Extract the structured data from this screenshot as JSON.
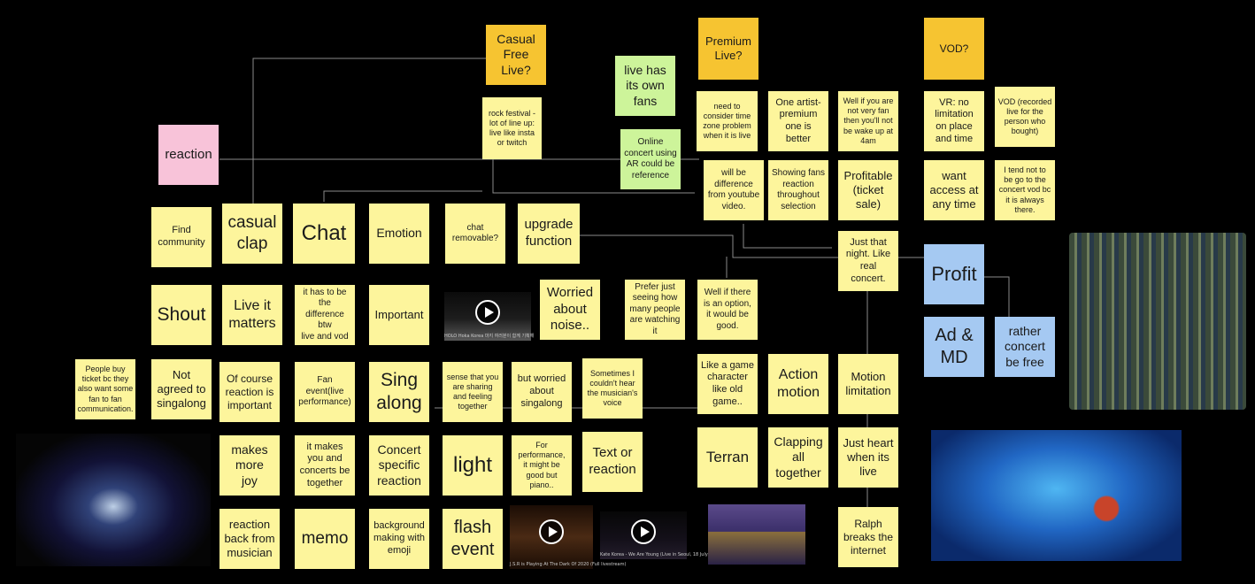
{
  "colors": {
    "background": "#000000",
    "yellow_note": "#fdf59c",
    "orange_note": "#f6c431",
    "green_note": "#cdf49a",
    "pink_note": "#f8c3d9",
    "blue_note": "#a5c9f2",
    "connector": "#8a8a8a"
  },
  "notes": [
    {
      "text": "Casual\nFree\nLive?",
      "color": "orange"
    },
    {
      "text": "Premium\nLive?",
      "color": "orange"
    },
    {
      "text": "VOD?",
      "color": "orange"
    },
    {
      "text": "live has\nits own\nfans",
      "color": "green"
    },
    {
      "text": "Online\nconcert using\nAR could be\nreference",
      "color": "green"
    },
    {
      "text": "rock festival -\nlot of line up:\nlive like insta\nor twitch",
      "color": "yellow"
    },
    {
      "text": "reaction",
      "color": "pink"
    },
    {
      "text": "need to\nconsider time\nzone problem\nwhen it is live",
      "color": "yellow"
    },
    {
      "text": "One artist-\npremium\none is\nbetter",
      "color": "yellow"
    },
    {
      "text": "Well if you are\nnot very fan\nthen you'll not\nbe wake up at\n4am",
      "color": "yellow"
    },
    {
      "text": "VR: no\nlimitation\non place\nand time",
      "color": "yellow"
    },
    {
      "text": "VOD (recorded\nlive for the\nperson who\nbought)",
      "color": "yellow"
    },
    {
      "text": "will be\ndifference\nfrom youtube\nvideo.",
      "color": "yellow"
    },
    {
      "text": "Showing fans\nreaction\nthroughout\nselection",
      "color": "yellow"
    },
    {
      "text": "Profitable\n(ticket\nsale)",
      "color": "yellow"
    },
    {
      "text": "want\naccess at\nany time",
      "color": "yellow"
    },
    {
      "text": "I tend not to\nbe go to the\nconcert vod bc\nit is always\nthere.",
      "color": "yellow"
    },
    {
      "text": "Find\ncommunity",
      "color": "yellow"
    },
    {
      "text": "casual\nclap",
      "color": "yellow"
    },
    {
      "text": "Chat",
      "color": "yellow"
    },
    {
      "text": "Emotion",
      "color": "yellow"
    },
    {
      "text": "chat\nremovable?",
      "color": "yellow"
    },
    {
      "text": "upgrade\nfunction",
      "color": "yellow"
    },
    {
      "text": "Just that\nnight. Like\nreal\nconcert.",
      "color": "yellow"
    },
    {
      "text": "Profit",
      "color": "blue"
    },
    {
      "text": "Shout",
      "color": "yellow"
    },
    {
      "text": "Live it\nmatters",
      "color": "yellow"
    },
    {
      "text": "it has to be the\ndifference btw\nlive and vod",
      "color": "yellow"
    },
    {
      "text": "Important",
      "color": "yellow"
    },
    {
      "text": "Worried\nabout\nnoise..",
      "color": "yellow"
    },
    {
      "text": "Prefer just\nseeing how\nmany people\nare watching it",
      "color": "yellow"
    },
    {
      "text": "Well if there\nis an option,\nit would be\ngood.",
      "color": "yellow"
    },
    {
      "text": "Ad &\nMD",
      "color": "blue"
    },
    {
      "text": "rather\nconcert\nbe free",
      "color": "blue"
    },
    {
      "text": "People buy\nticket bc they\nalso want some\nfan to fan\ncommunication.",
      "color": "yellow"
    },
    {
      "text": "Not\nagreed to\nsingalong",
      "color": "yellow"
    },
    {
      "text": "Of course\nreaction is\nimportant",
      "color": "yellow"
    },
    {
      "text": "Fan event(live\nperformance)",
      "color": "yellow"
    },
    {
      "text": "Sing\nalong",
      "color": "yellow"
    },
    {
      "text": "sense that you\nare sharing\nand feeling\ntogether",
      "color": "yellow"
    },
    {
      "text": "but worried\nabout\nsingalong",
      "color": "yellow"
    },
    {
      "text": "Sometimes I\ncouldn't hear\nthe musician's\nvoice",
      "color": "yellow"
    },
    {
      "text": "Like a game\ncharacter\nlike old\ngame..",
      "color": "yellow"
    },
    {
      "text": "Action\nmotion",
      "color": "yellow"
    },
    {
      "text": "Motion\nlimitation",
      "color": "yellow"
    },
    {
      "text": "makes\nmore\njoy",
      "color": "yellow"
    },
    {
      "text": "it makes\nyou and\nconcerts be\ntogether",
      "color": "yellow"
    },
    {
      "text": "Concert\nspecific\nreaction",
      "color": "yellow"
    },
    {
      "text": "light",
      "color": "yellow"
    },
    {
      "text": "For\nperformance,\nit might be\ngood but\npiano..",
      "color": "yellow"
    },
    {
      "text": "Text or\nreaction",
      "color": "yellow"
    },
    {
      "text": "Terran",
      "color": "yellow"
    },
    {
      "text": "Clapping\nall\ntogether",
      "color": "yellow"
    },
    {
      "text": "Just heart\nwhen its\nlive",
      "color": "yellow"
    },
    {
      "text": "reaction\nback from\nmusician",
      "color": "yellow"
    },
    {
      "text": "memo",
      "color": "yellow"
    },
    {
      "text": "background\nmaking with\nemoji",
      "color": "yellow"
    },
    {
      "text": "flash\nevent",
      "color": "yellow"
    },
    {
      "text": "Ralph\nbreaks the\ninternet",
      "color": "yellow"
    }
  ],
  "videos": [
    {
      "caption": "HOLO Hoka Korea 마지 여러분이 함께 기획해"
    },
    {
      "caption": "J.S.R is Playing At The Dark Of 2020 (Full livestream)"
    },
    {
      "caption": "Kate Korea - We Are Young (Live in Seoul, 18 July)"
    }
  ],
  "images": [
    {
      "icon": "concert-stage-image"
    },
    {
      "icon": "crowd-screen-photo"
    },
    {
      "icon": "animation-still-image"
    },
    {
      "icon": "cartoon-band-image"
    }
  ]
}
